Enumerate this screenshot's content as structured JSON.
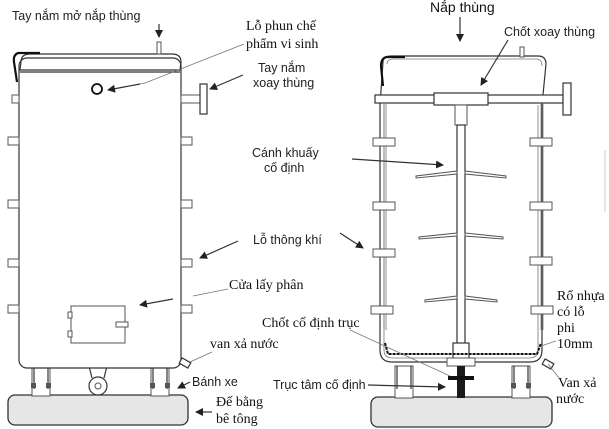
{
  "diagram": {
    "title": "Thùng ủ phân vi sinh xoay",
    "left_view": {
      "labels": {
        "lid_handle": "Tay nắm mở nắp thùng",
        "spray_hole_line1": "Lỗ phun chế",
        "spray_hole_line2": "phẩm vi sinh",
        "rotate_handle_line1": "Tay nắm",
        "rotate_handle_line2": "xoay thùng",
        "vent_hole": "Lỗ thông khí",
        "manure_door": "Cửa lấy phân",
        "drain_valve": "van xả nước",
        "wheel": "Bánh xe",
        "base_line1": "Đế bằng",
        "base_line2": "bê tông"
      }
    },
    "right_view": {
      "labels": {
        "lid": "Nắp thùng",
        "rotation_pin": "Chốt xoay thùng",
        "paddle_line1": "Cánh khuấy",
        "paddle_line2": "cố định",
        "shaft_pin": "Chốt cố định trục",
        "center_shaft": "Trục tâm cố định",
        "basket_line1": "Rổ nhựa",
        "basket_line2": "có lỗ",
        "basket_line3": "phi",
        "basket_line4": "10mm",
        "drain_valve_line1": "Van xả",
        "drain_valve_line2": "nước"
      }
    },
    "colors": {
      "outline": "#333333",
      "base_fill": "#e6e6e6",
      "shaft_dark": "#1a1a1a",
      "background": "#ffffff"
    }
  }
}
